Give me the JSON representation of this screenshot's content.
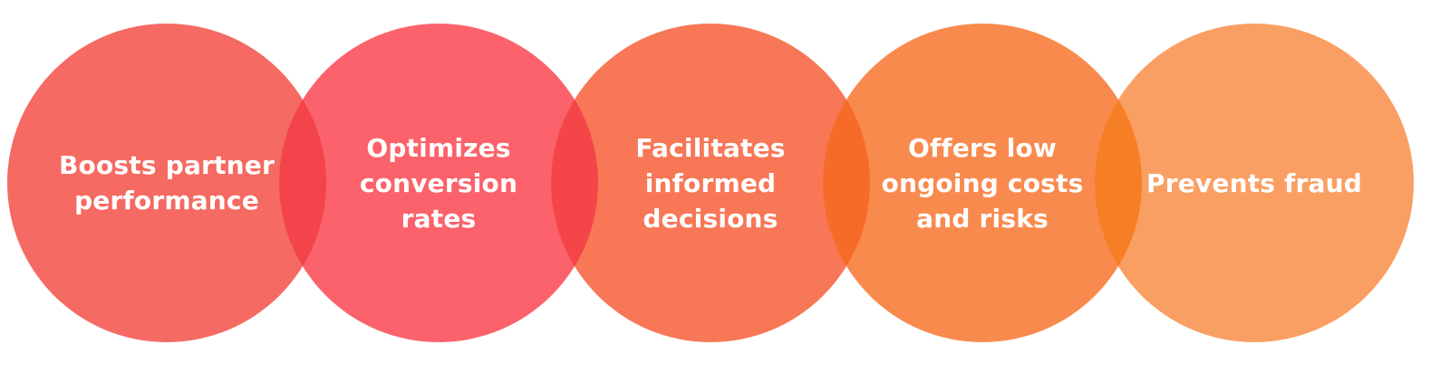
{
  "diagram": {
    "items": [
      {
        "label": "Boosts partner performance",
        "color": "#F56A62"
      },
      {
        "label": "Optimizes conversion rates",
        "color": "#FC626B"
      },
      {
        "label": "Facilitates informed decisions",
        "color": "#F77756"
      },
      {
        "label": "Offers low ongoing costs and risks",
        "color": "#F98A4E"
      },
      {
        "label": "Prevents fraud",
        "color": "#FA9F63"
      }
    ],
    "overlap_colors": [
      "#F2444A",
      "#F44548",
      "#F76B28",
      "#F67E24"
    ]
  }
}
